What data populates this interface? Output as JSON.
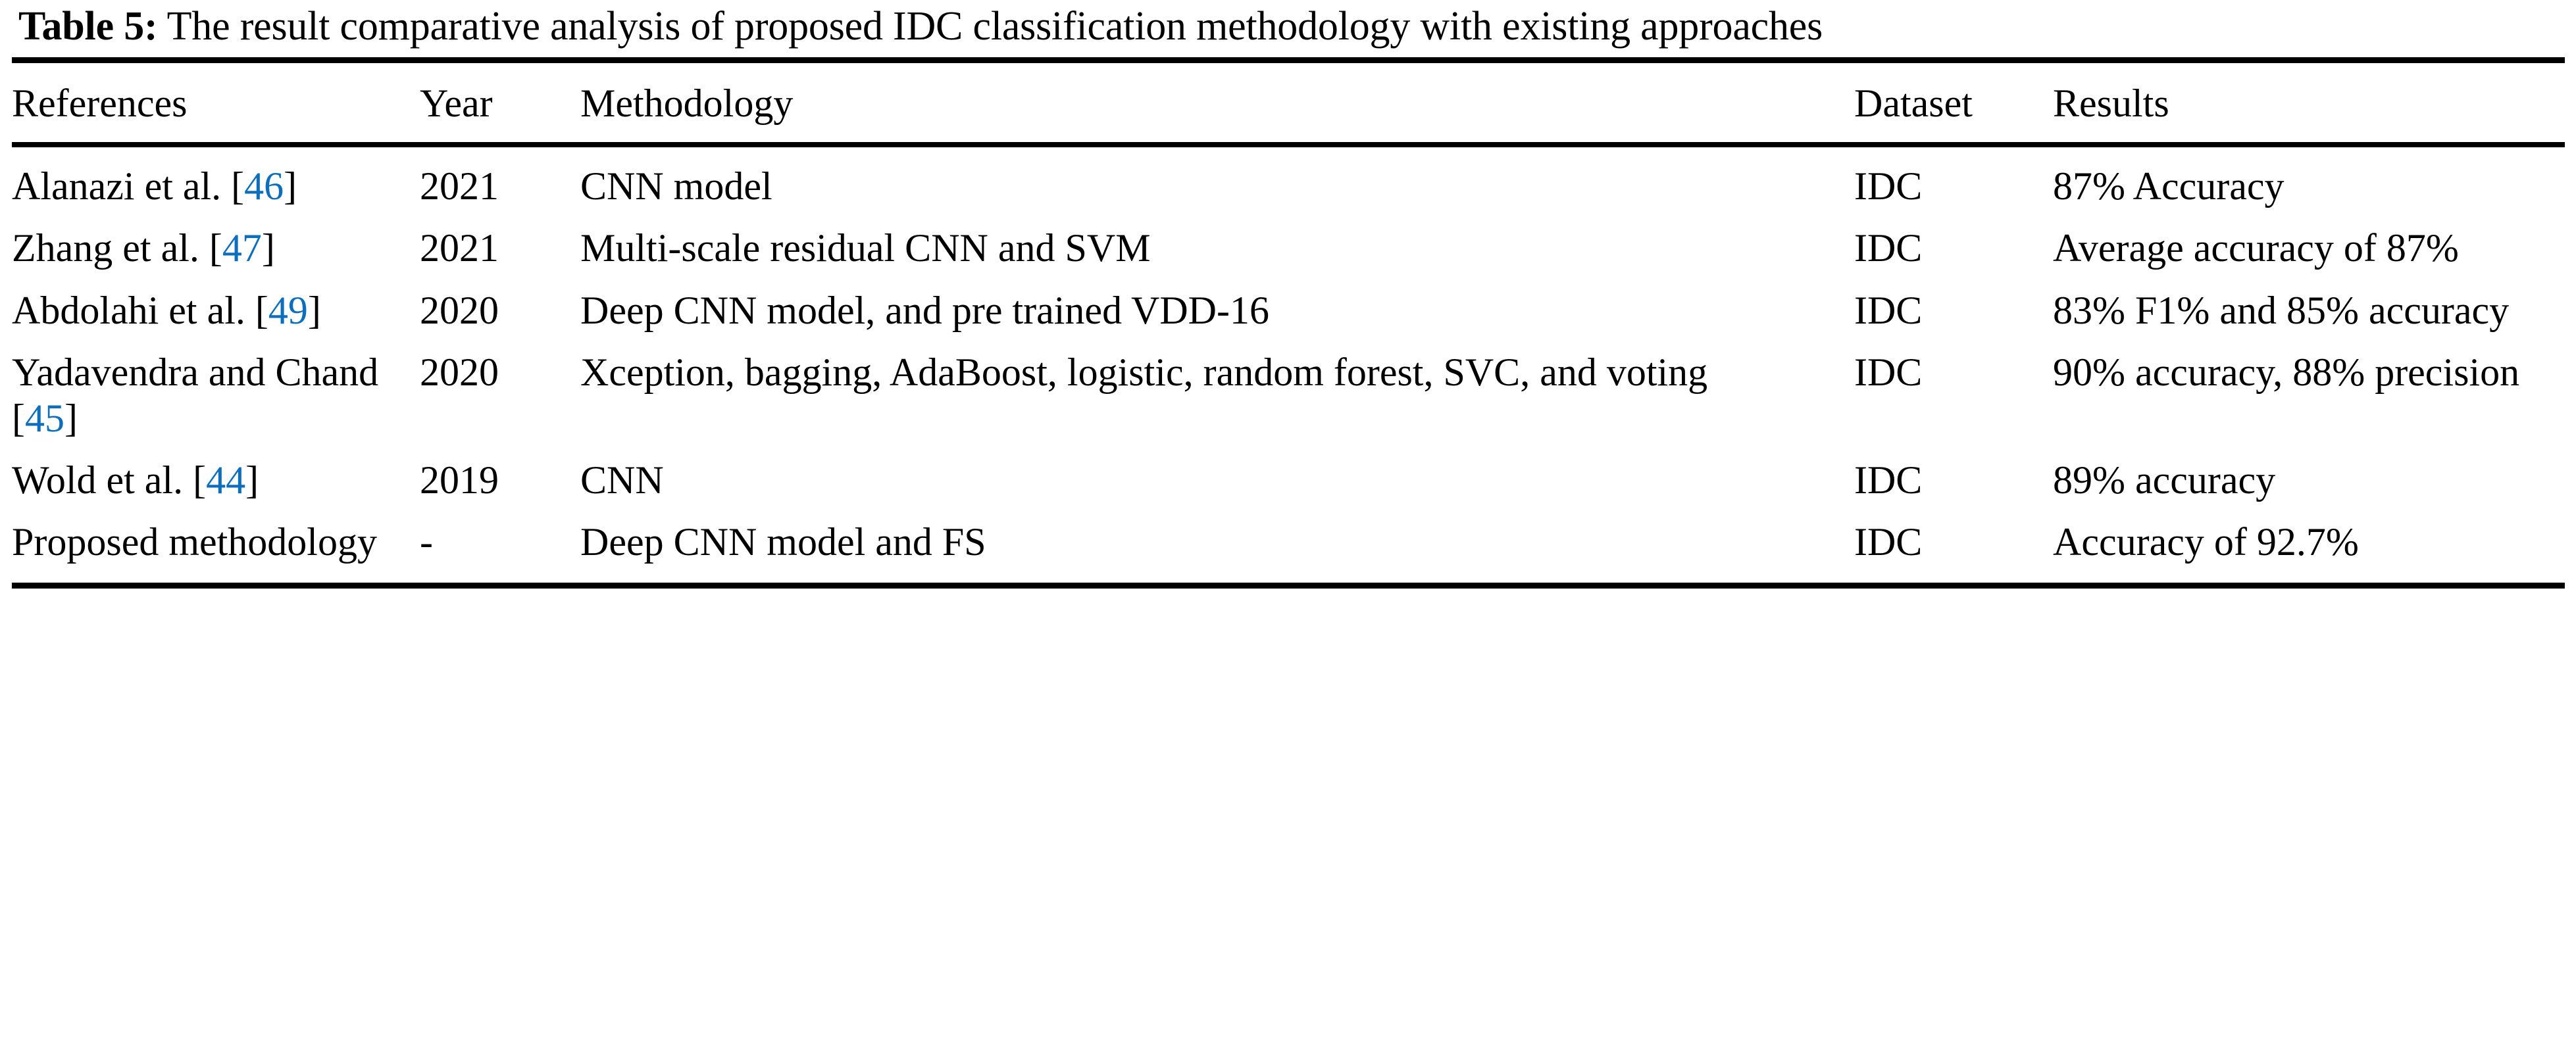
{
  "caption": {
    "label": "Table 5:",
    "text": "The result comparative analysis of proposed IDC classification methodology with existing approaches"
  },
  "colors": {
    "reference_link": "#0d6ebd",
    "rule": "#000000",
    "text": "#000000",
    "background": "#ffffff"
  },
  "table": {
    "columns": [
      "References",
      "Year",
      "Methodology",
      "Dataset",
      "Results"
    ],
    "rows": [
      {
        "reference_name": "Alanazi et al.",
        "reference_number": "46",
        "reference_full": "Alanazi et al. [46]",
        "year": "2021",
        "methodology": "CNN model",
        "dataset": "IDC",
        "results": "87% Accuracy"
      },
      {
        "reference_name": "Zhang et al.",
        "reference_number": "47",
        "reference_full": "Zhang et al. [47]",
        "year": "2021",
        "methodology": "Multi-scale residual CNN and SVM",
        "dataset": "IDC",
        "results": "Average accuracy of 87%"
      },
      {
        "reference_name": "Abdolahi et al.",
        "reference_number": "49",
        "reference_full": "Abdolahi et al. [49]",
        "year": "2020",
        "methodology": "Deep CNN model, and pre trained VDD-16",
        "dataset": "IDC",
        "results": "83% F1% and 85% accuracy"
      },
      {
        "reference_name": "Yadavendra and Chand",
        "reference_number": "45",
        "reference_full": "Yadavendra and Chand [45]",
        "year": "2020",
        "methodology": "Xception, bagging, AdaBoost, logistic, random forest, SVC, and voting",
        "dataset": "IDC",
        "results": "90% accuracy, 88% precision"
      },
      {
        "reference_name": "Wold et al.",
        "reference_number": "44",
        "reference_full": "Wold et al. [44]",
        "year": "2019",
        "methodology": "CNN",
        "dataset": "IDC",
        "results": "89% accuracy"
      },
      {
        "reference_name": "Proposed methodology",
        "reference_number": "",
        "reference_full": "Proposed methodology",
        "year": "-",
        "methodology": "Deep CNN model and FS",
        "dataset": "IDC",
        "results": "Accuracy of 92.7%"
      }
    ]
  }
}
